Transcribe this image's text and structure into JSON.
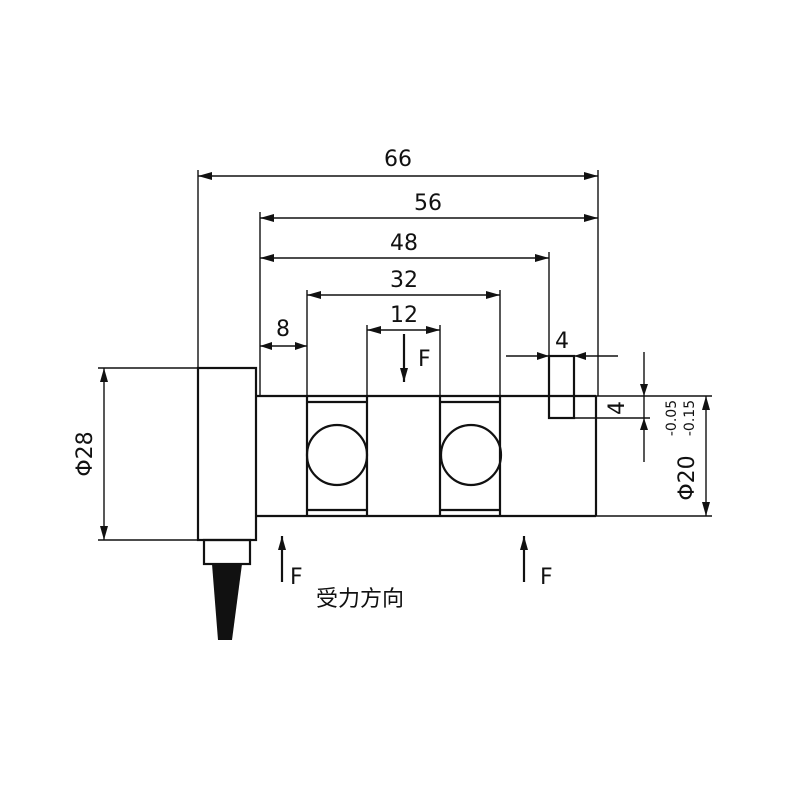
{
  "dimensions": {
    "overall_66": "66",
    "body_56": "56",
    "span_48": "48",
    "span_32": "32",
    "center_12": "12",
    "end_8": "8",
    "slot_4h": "4",
    "slot_4v": "4",
    "dia_28": "Φ28",
    "dia_20": "Φ20",
    "tol_upper": "-0.05",
    "tol_lower": "-0.15"
  },
  "forces": {
    "top": "F",
    "bottom_left": "F",
    "bottom_right": "F",
    "direction_label": "受力方向"
  }
}
